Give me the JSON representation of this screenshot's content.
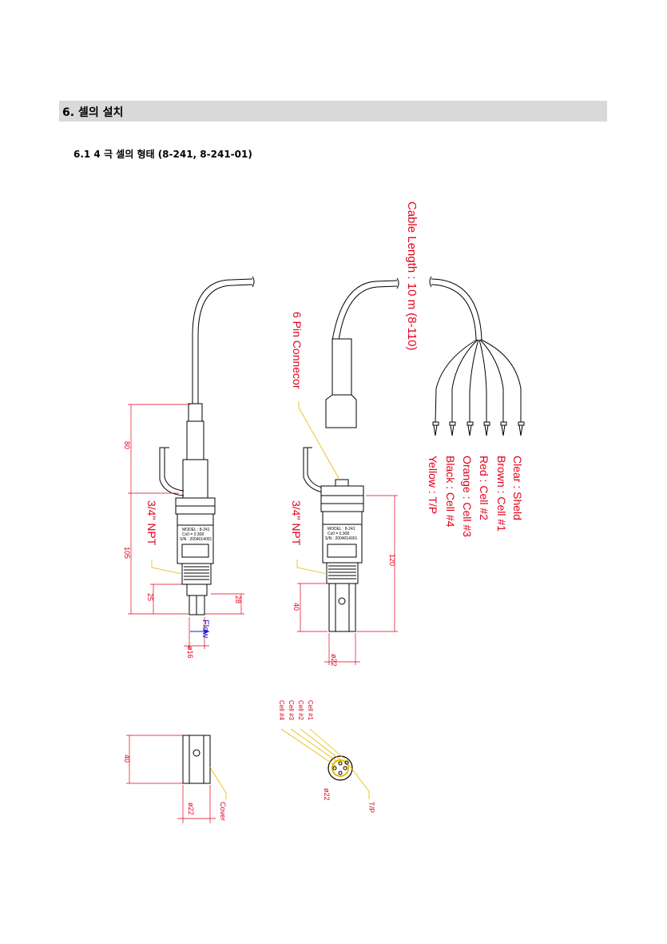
{
  "document": {
    "section_title": "6. 셀의 설치",
    "subsection_title": "6.1 4 극 셀의 형태 (8-241, 8-241-01)"
  },
  "drawing": {
    "cable_length": "Cable Length : 10 m (8-110)",
    "pin_connector": "6 Pin Connecor",
    "npt_label": "3/4\" NPT",
    "flow_label": "Flow",
    "wires": [
      "Clear : Sheld",
      "Brown : Cell #1",
      "Red : Cell #2",
      "Orange : Cell #3",
      "Black : Cell #4",
      "Yellow : T/P"
    ],
    "nameplate": {
      "model": "MODEL : 8-241",
      "cell_constant": "Cx0 = 0.308",
      "serial": "S/N : 2004014001"
    },
    "dims": {
      "d80": "80",
      "d105": "105",
      "d25": "25",
      "d28": "28",
      "d16": "ø16",
      "d120": "120",
      "d40": "40",
      "d22": "ø22",
      "c40": "40",
      "c22": "ø22",
      "e22": "ø22"
    },
    "cover_label": "Cover",
    "tp_label": "T/P",
    "cells": [
      "Cell #1",
      "Cell #2",
      "Cell #3",
      "Cell #4"
    ]
  }
}
